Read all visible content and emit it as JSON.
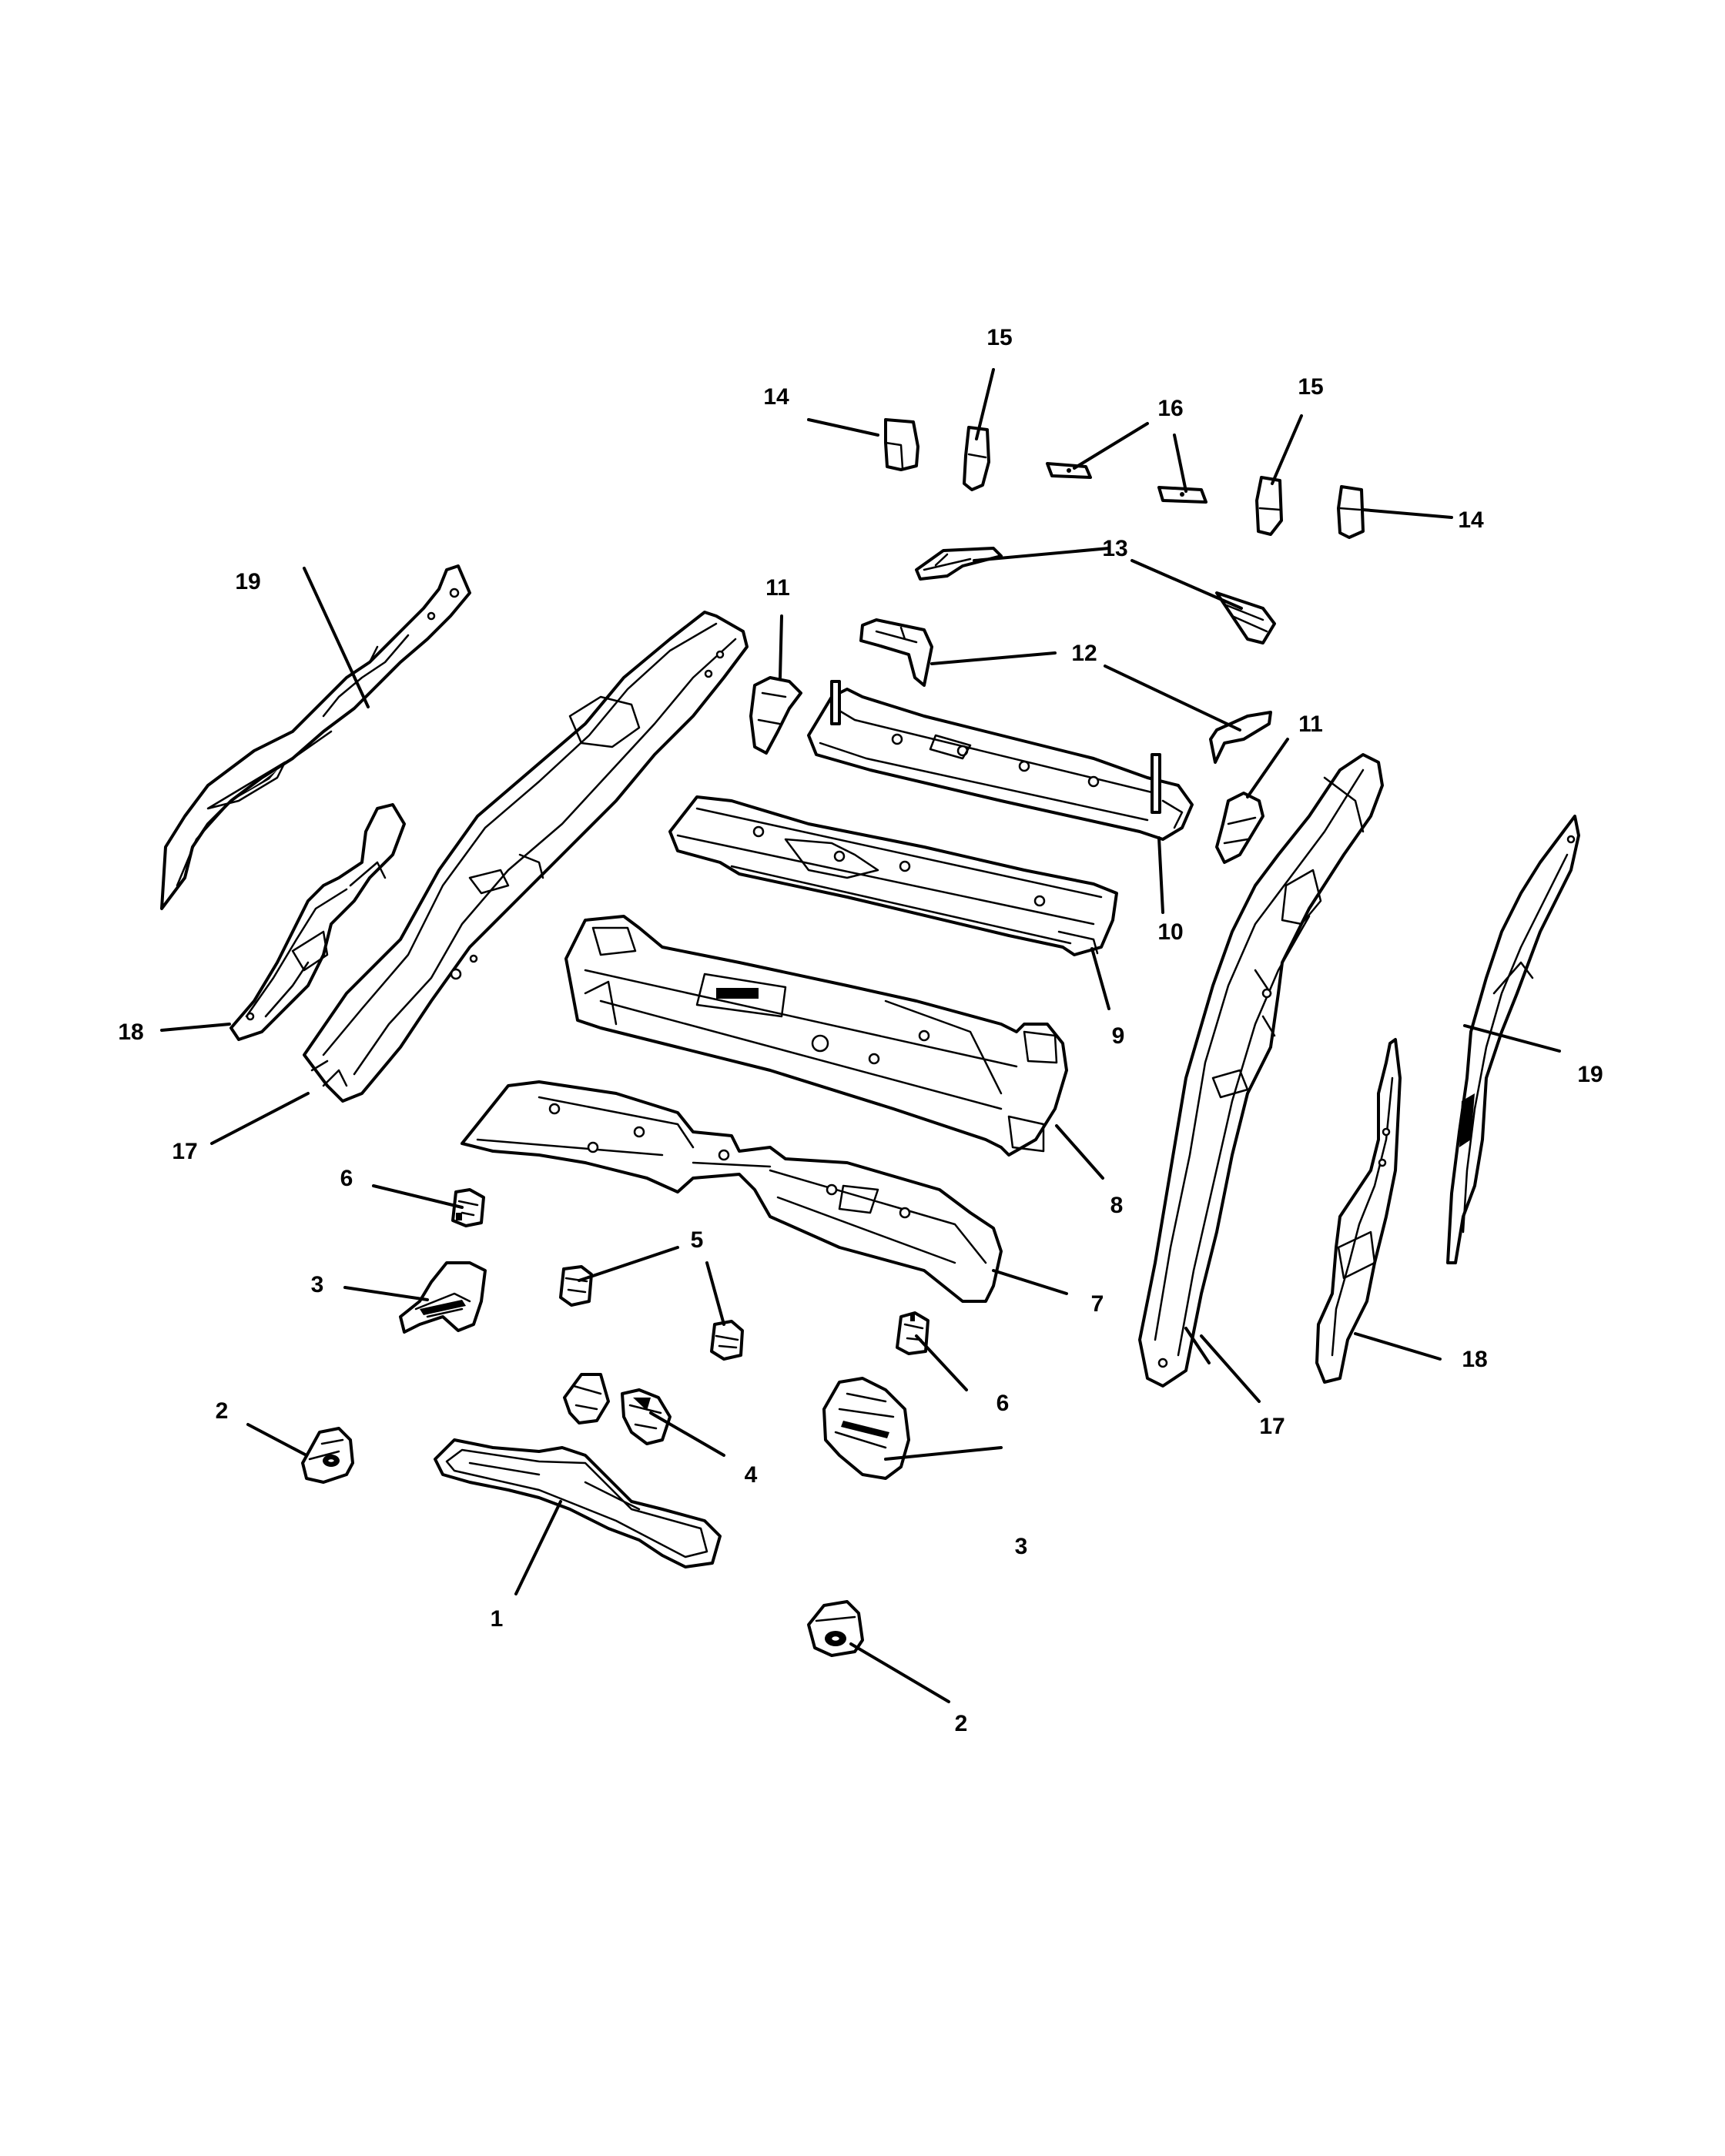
{
  "diagram": {
    "callouts": [
      "1",
      "2",
      "2",
      "3",
      "3",
      "4",
      "5",
      "6",
      "6",
      "7",
      "8",
      "9",
      "10",
      "11",
      "11",
      "12",
      "13",
      "14",
      "14",
      "15",
      "15",
      "16",
      "17",
      "17",
      "18",
      "18",
      "19",
      "19"
    ]
  },
  "colors": {
    "line": "#000000",
    "background": "#ffffff"
  }
}
